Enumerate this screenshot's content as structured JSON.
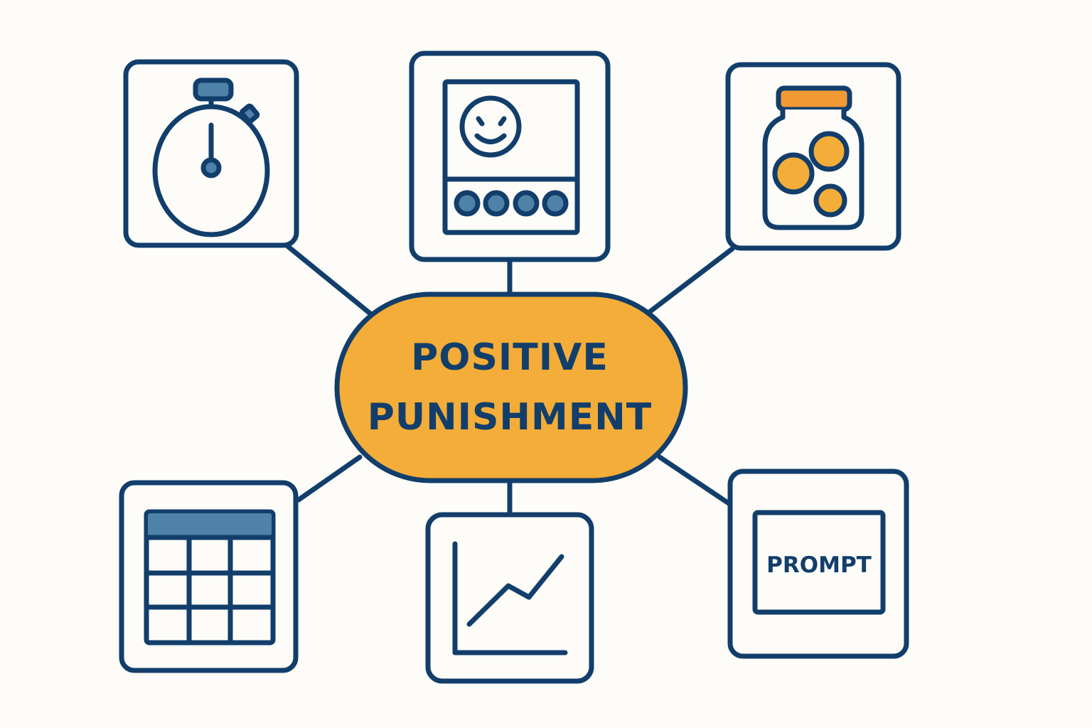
{
  "colors": {
    "background": "#fdfcf8",
    "stroke": "#123e6b",
    "accent_fill": "#f4ad38",
    "light_blue": "#4f82a8",
    "lid_orange": "#f39a34"
  },
  "center": {
    "line1": "POSITIVE",
    "line2": "PUNISHMENT"
  },
  "nodes": [
    {
      "id": "stopwatch",
      "icon": "stopwatch-icon"
    },
    {
      "id": "feedback-screen",
      "icon": "smiley-screen-icon"
    },
    {
      "id": "token-jar",
      "icon": "coin-jar-icon"
    },
    {
      "id": "table-grid",
      "icon": "table-grid-icon"
    },
    {
      "id": "line-chart",
      "icon": "line-chart-icon"
    },
    {
      "id": "prompt-card",
      "icon": "prompt-card-icon",
      "label": "PROMPT"
    }
  ]
}
